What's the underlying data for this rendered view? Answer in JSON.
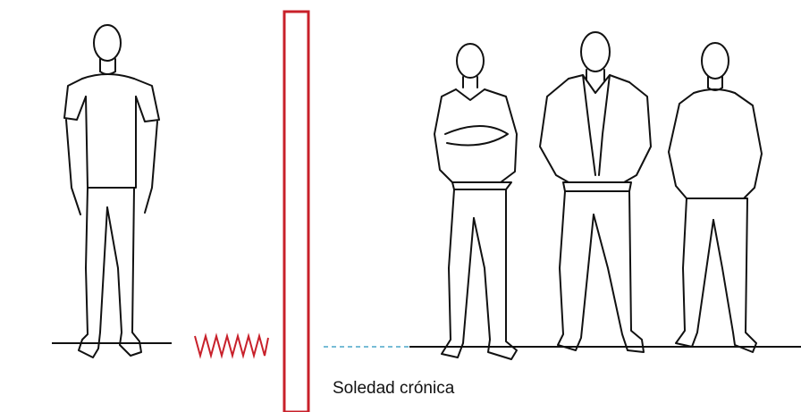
{
  "caption": "Soledad crónica",
  "figures": {
    "isolated": "isolated-person",
    "group": [
      "group-person-arms-crossed",
      "group-person-jacket",
      "group-person-sweater"
    ]
  },
  "colors": {
    "barrier": "#c8202a",
    "zigzag": "#c8202a",
    "dashed": "#4aa6c8",
    "line": "#111111"
  }
}
